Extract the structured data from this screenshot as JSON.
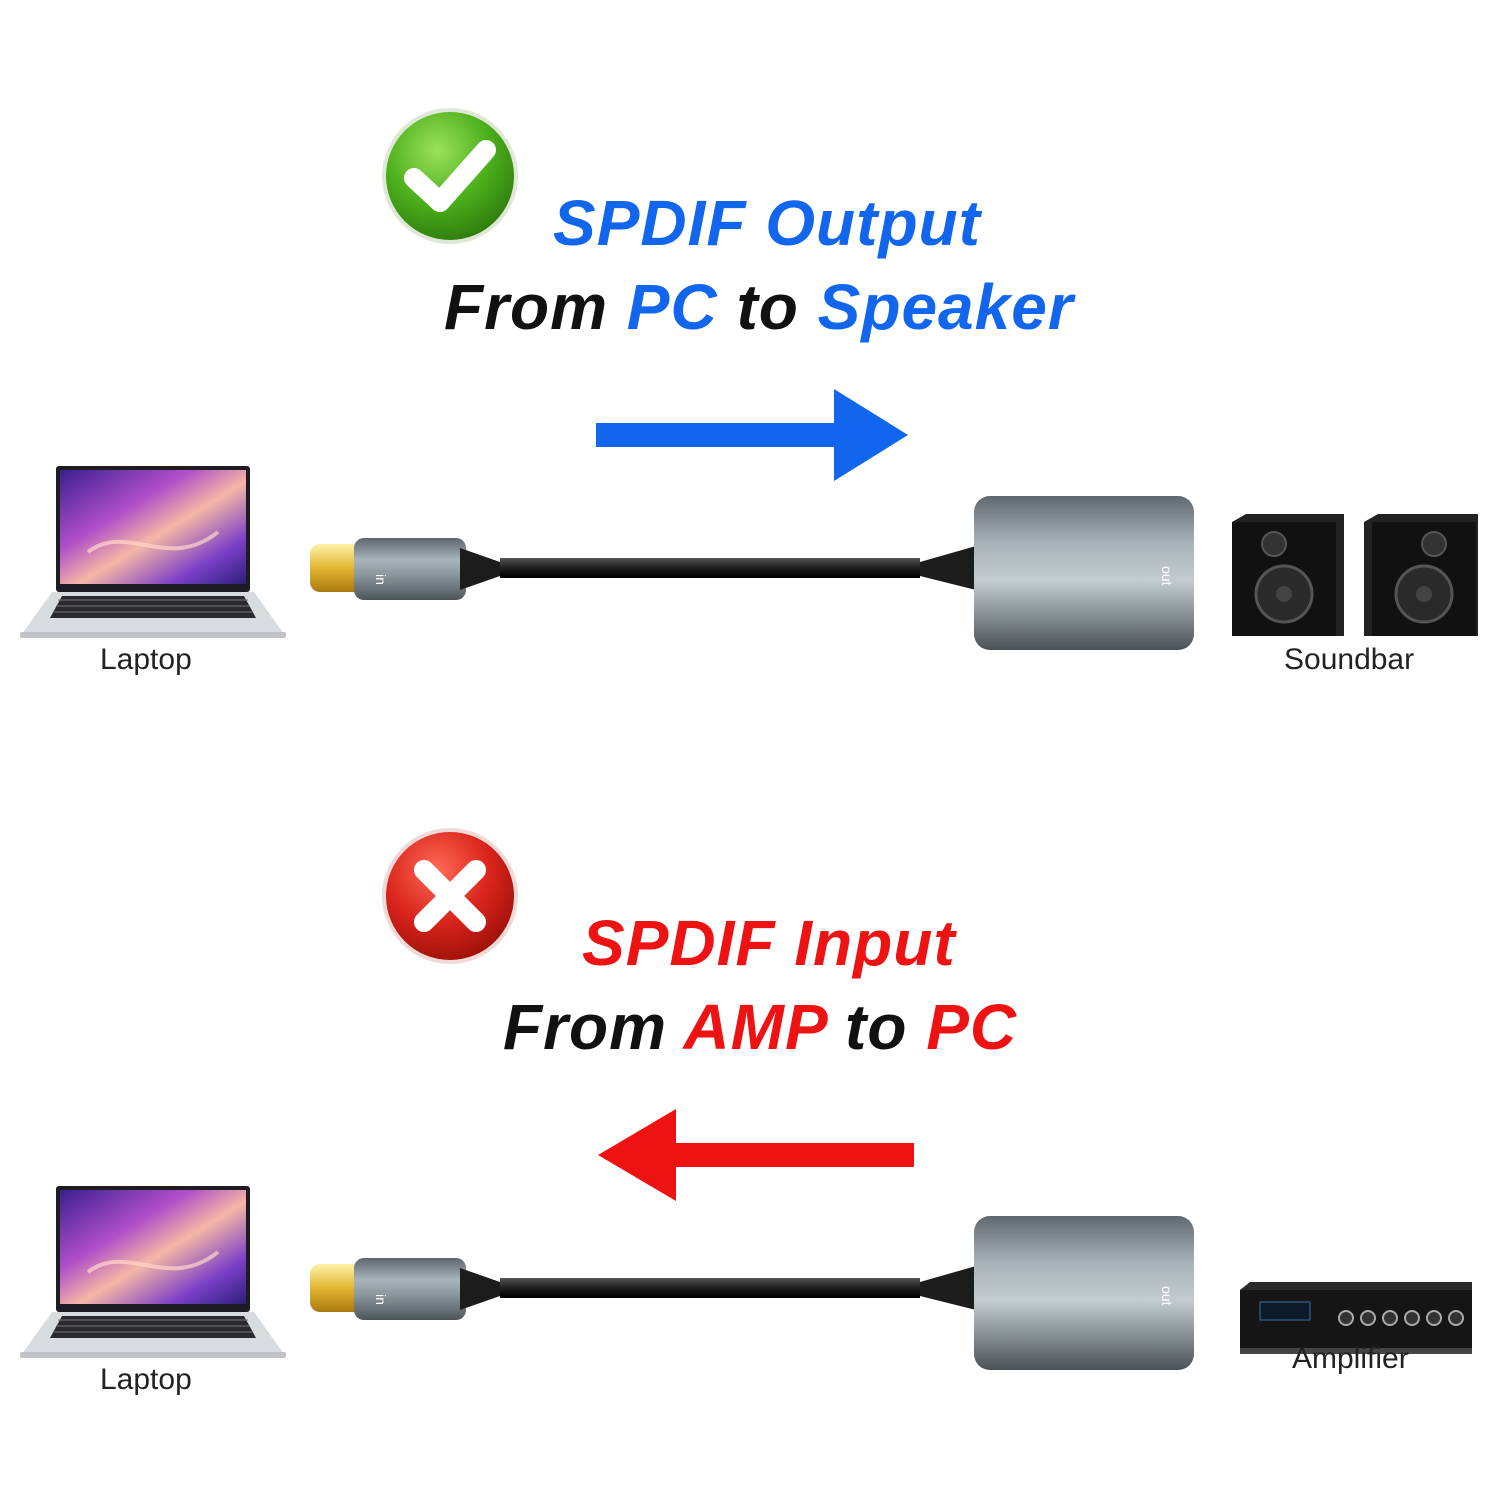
{
  "colors": {
    "accent_blue": "#1266ee",
    "accent_red": "#ee1212",
    "ok_green": "#4caf1c",
    "error_red": "#d9241c",
    "text_dark": "#111111"
  },
  "sections": {
    "output": {
      "icon": "check-icon",
      "title": "SPDIF Output",
      "from_word": "From",
      "source": "PC",
      "to_word": "to",
      "target": "Speaker",
      "direction": "left-to-right",
      "left_device_label": "Laptop",
      "right_device_label": "Soundbar"
    },
    "input": {
      "icon": "cross-icon",
      "title": "SPDIF Input",
      "from_word": "From",
      "source": "AMP",
      "to_word": "to",
      "target": "PC",
      "direction": "right-to-left",
      "left_device_label": "Laptop",
      "right_device_label": "Amplifier"
    }
  },
  "cable": {
    "plug_text": "in",
    "jack_text": "out"
  }
}
